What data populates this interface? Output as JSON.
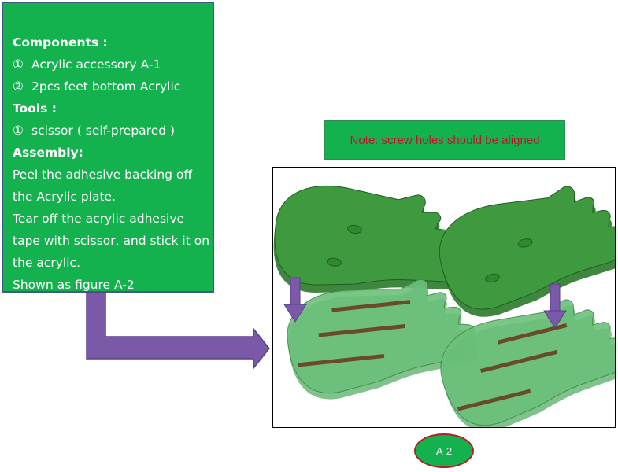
{
  "instructions": {
    "components_heading": "Components :",
    "components": [
      {
        "num": "①",
        "text": "Acrylic accessory A-1"
      },
      {
        "num": "②",
        "text": "2pcs feet bottom Acrylic"
      }
    ],
    "tools_heading": "Tools :",
    "tools": [
      {
        "num": "①",
        "text": "scissor ( self-prepared )"
      }
    ],
    "assembly_heading": "Assembly:",
    "assembly_lines": [
      "Peel the adhesive backing off",
      "the Acrylic plate.",
      "Tear off the acrylic adhesive",
      "tape with scissor, and stick it on",
      "the acrylic.",
      "Shown as figure A-2"
    ]
  },
  "note": "Note: screw holes should be aligned",
  "figure_label": "A-2",
  "colors": {
    "box_green": "#14b24e",
    "part_dark": "#2a7a2a",
    "part_light": "#5cb86e",
    "arrow_purple": "#7a5aa8",
    "note_text": "#c8102e"
  }
}
